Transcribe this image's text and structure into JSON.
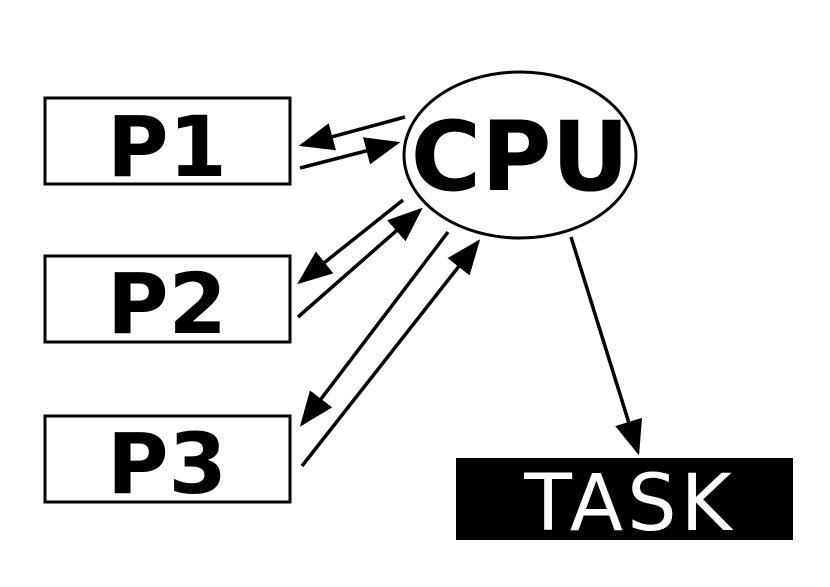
{
  "nodes": {
    "p1": {
      "label": "P1"
    },
    "p2": {
      "label": "P2"
    },
    "p3": {
      "label": "P3"
    },
    "cpu": {
      "label": "CPU"
    },
    "task": {
      "label": "TASK"
    }
  },
  "edges": [
    {
      "from": "cpu",
      "to": "p1"
    },
    {
      "from": "p1",
      "to": "cpu"
    },
    {
      "from": "cpu",
      "to": "p2"
    },
    {
      "from": "p2",
      "to": "cpu"
    },
    {
      "from": "cpu",
      "to": "p3"
    },
    {
      "from": "p3",
      "to": "cpu"
    },
    {
      "from": "cpu",
      "to": "task"
    }
  ],
  "colors": {
    "stroke": "#000000",
    "background": "#ffffff",
    "task_fill": "#000000",
    "task_text": "#ffffff"
  }
}
